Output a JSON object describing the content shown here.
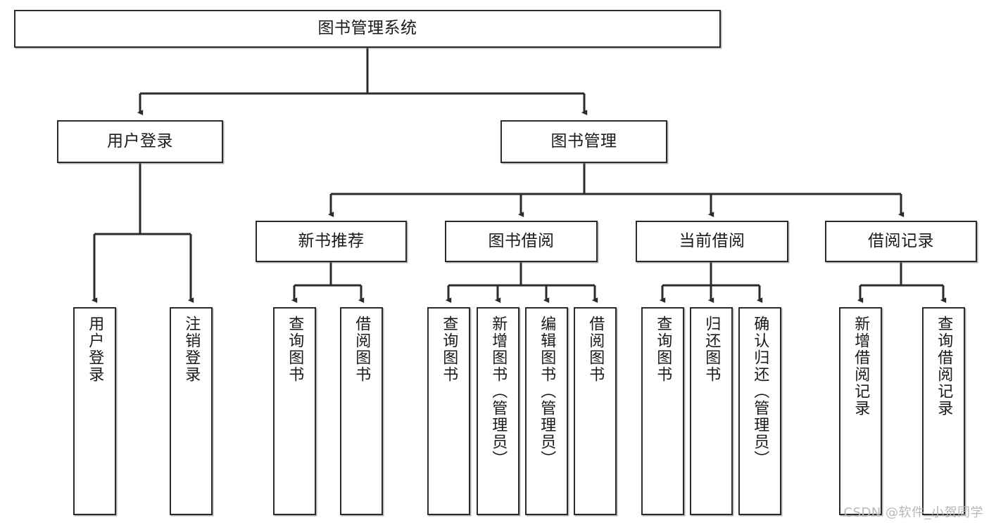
{
  "diagram": {
    "type": "tree",
    "title": "图书管理系统",
    "watermark": "CSDN @软件_小贺同学",
    "colors": {
      "node_border": "#2b2b2b",
      "node_fill": "#ffffff",
      "connector": "#2b2b2b",
      "text": "#1a1a1a",
      "watermark": "#b8b8b8"
    },
    "root": {
      "label": "图书管理系统",
      "id": "root"
    },
    "level2": [
      {
        "id": "user-login",
        "label": "用户登录"
      },
      {
        "id": "book-management",
        "label": "图书管理"
      }
    ],
    "level3": [
      {
        "id": "new-book-recommend",
        "label": "新书推荐",
        "parent": "book-management"
      },
      {
        "id": "book-borrow",
        "label": "图书借阅",
        "parent": "book-management"
      },
      {
        "id": "current-borrow",
        "label": "当前借阅",
        "parent": "book-management"
      },
      {
        "id": "borrow-record",
        "label": "借阅记录",
        "parent": "book-management"
      }
    ],
    "leaves": [
      {
        "id": "leaf-user-login",
        "label": "用户登录",
        "parent": "user-login"
      },
      {
        "id": "leaf-user-logout",
        "label": "注销登录",
        "parent": "user-login"
      },
      {
        "id": "leaf-query-book-1",
        "label": "查询图书",
        "parent": "new-book-recommend"
      },
      {
        "id": "leaf-borrow-book-1",
        "label": "借阅图书",
        "parent": "new-book-recommend"
      },
      {
        "id": "leaf-query-book-2",
        "label": "查询图书",
        "parent": "book-borrow"
      },
      {
        "id": "leaf-add-book",
        "label": "新增图书（管理员）",
        "parent": "book-borrow"
      },
      {
        "id": "leaf-edit-book",
        "label": "编辑图书（管理员）",
        "parent": "book-borrow"
      },
      {
        "id": "leaf-borrow-book-2",
        "label": "借阅图书",
        "parent": "book-borrow"
      },
      {
        "id": "leaf-query-book-3",
        "label": "查询图书",
        "parent": "current-borrow"
      },
      {
        "id": "leaf-return-book",
        "label": "归还图书",
        "parent": "current-borrow"
      },
      {
        "id": "leaf-confirm-return",
        "label": "确认归还（管理员）",
        "parent": "current-borrow"
      },
      {
        "id": "leaf-add-record",
        "label": "新增借阅记录",
        "parent": "borrow-record"
      },
      {
        "id": "leaf-query-record",
        "label": "查询借阅记录",
        "parent": "borrow-record"
      }
    ]
  }
}
